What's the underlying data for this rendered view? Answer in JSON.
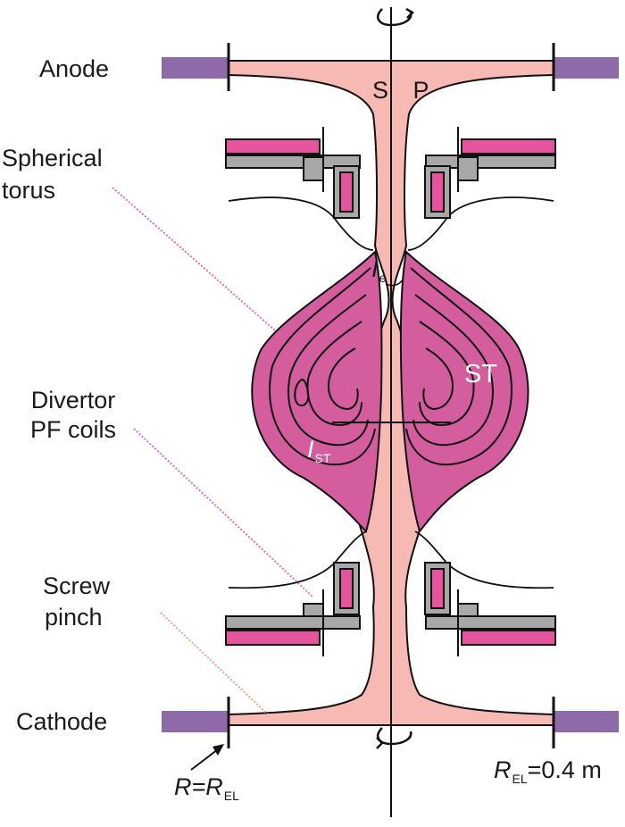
{
  "labels": {
    "anode": "Anode",
    "spherical": "Spherical",
    "torus": "torus",
    "divertor": "Divertor",
    "pf_coils": "PF coils",
    "screw": "Screw",
    "pinch": "pinch",
    "cathode": "Cathode",
    "sp": "S P",
    "st": "ST",
    "i_e": "I",
    "i_e_sub": "e",
    "i_st": "I",
    "i_st_sub": "ST",
    "r_eq": "R=R",
    "r_eq_sub": "EL",
    "rel": "R",
    "rel_sub": "EL",
    "rel_value": "=0.4 m"
  },
  "colors": {
    "plasma_light": "#f7b9b4",
    "plasma_dark": "#d35d9d",
    "electrode": "#8e6aa8",
    "coil_pink": "#e5559e",
    "coil_gray": "#a8a8a8",
    "leader_pink": "#e070b8",
    "leader_orange": "#f0a08a"
  },
  "icons": {
    "top_rotation": "rotation-arrow-icon",
    "bottom_rotation": "rotation-arrow-icon"
  }
}
